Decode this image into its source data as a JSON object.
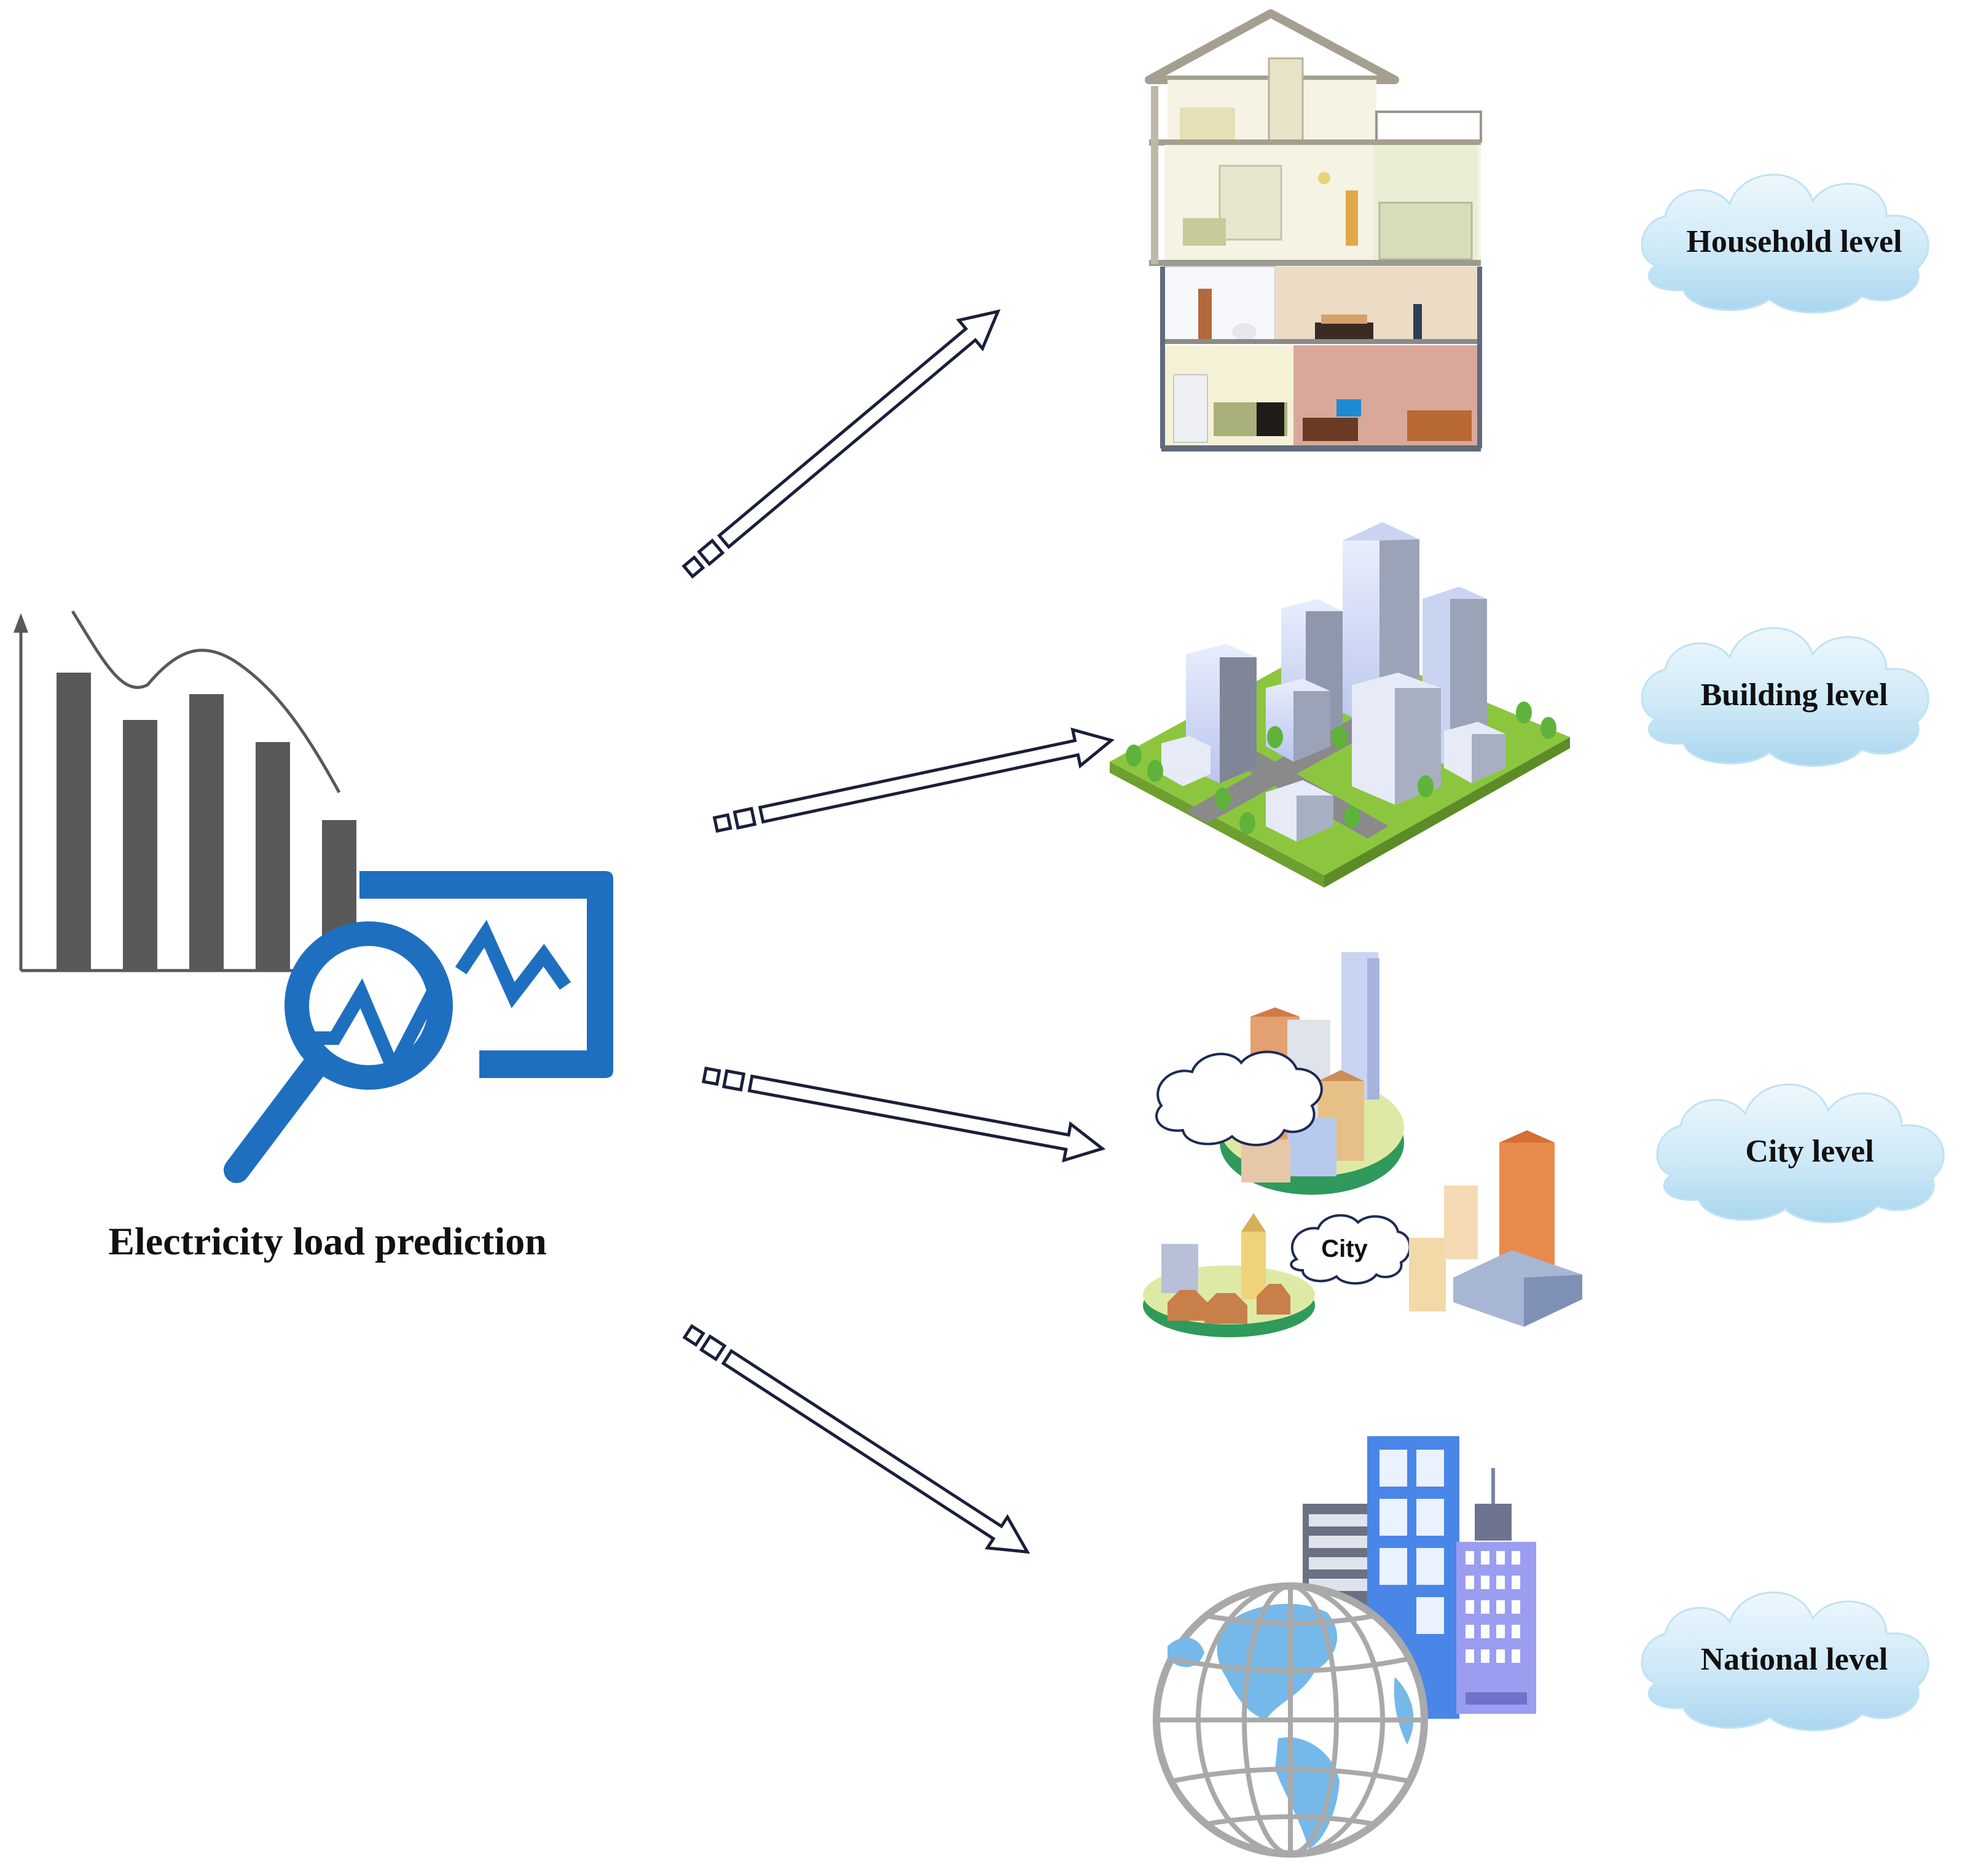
{
  "main": {
    "label": "Electricity load prediction"
  },
  "levels": [
    {
      "id": "household",
      "label": "Household level",
      "illustration": "house-cutaway-illustration"
    },
    {
      "id": "building",
      "label": "Building level",
      "illustration": "isometric-buildings-illustration"
    },
    {
      "id": "city",
      "label": "City level",
      "illustration": "city-islands-illustration"
    },
    {
      "id": "national",
      "label": "National level",
      "illustration": "globe-skyscrapers-illustration"
    }
  ],
  "city_cloud_label": "City",
  "icons": {
    "chart": "bar-chart-trend-icon",
    "analysis": "magnifier-analytics-icon",
    "arrow": "hollow-arrow-icon",
    "cloud": "cloud-icon"
  },
  "colors": {
    "bar": "#595959",
    "blue": "#1f6fc0",
    "arrow_stroke": "#1a1f3a",
    "cloud_fill": "#cfe9f7",
    "cloud_edge": "#a9d6ef",
    "grass": "#8cc63f",
    "road": "#8a8a8a"
  }
}
